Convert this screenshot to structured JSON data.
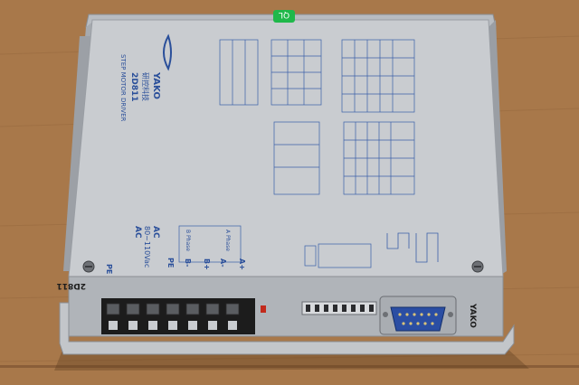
{
  "image": {
    "subject": "step-motor-driver",
    "colors": {
      "table": "#a8784a",
      "table_dark": "#8e6138",
      "case_top": "#c9ccd0",
      "case_side": "#b0b4b9",
      "print_blue": "#2a4f9a",
      "terminal_black": "#1c1c1c",
      "green_sticker": "#1fb84a"
    }
  },
  "labels": {
    "brand": "YAKO",
    "brand_cn": "研控科技",
    "model": "2D811",
    "product": "STEP MOTOR DRIVER",
    "power_ac1": "AC",
    "power_ac2": "AC",
    "power_range": "80~110Vac",
    "pe": "PE",
    "b_phase": "B Phase",
    "a_phase": "A Phase",
    "b_minus": "B-",
    "b_plus": "B+",
    "a_minus": "A-",
    "a_plus": "A+",
    "sticker": "QL",
    "side_model": "2D811",
    "side_brand": "YAKO"
  }
}
